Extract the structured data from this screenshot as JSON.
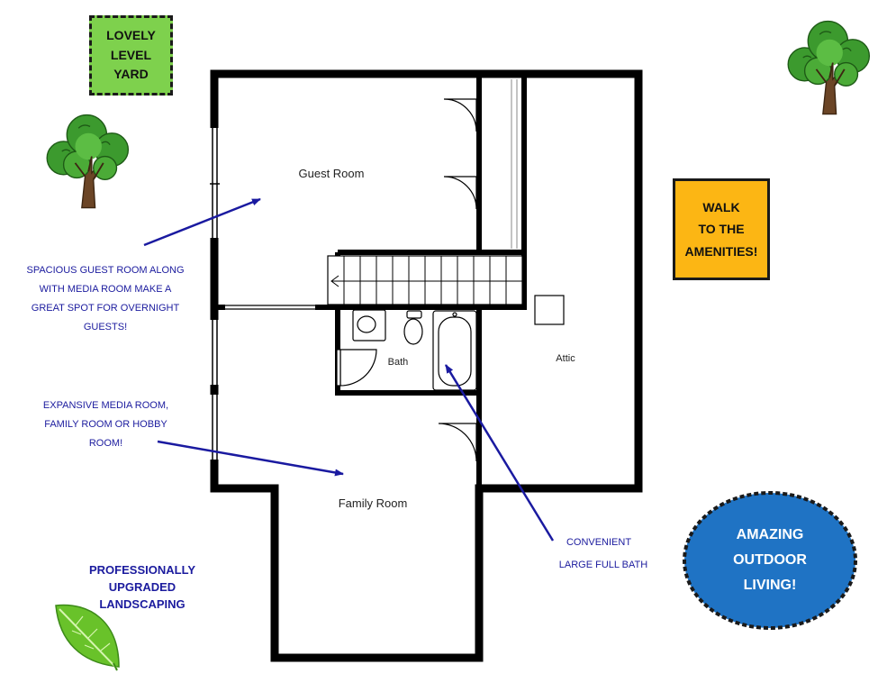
{
  "yard_box": {
    "lines": [
      "LOVELY",
      "LEVEL",
      "YARD"
    ],
    "color": "#7ed14d"
  },
  "amenities_box": {
    "lines": [
      "WALK",
      "TO THE",
      "AMENITIES!"
    ],
    "color": "#fcb614"
  },
  "outdoor_oval": {
    "lines": [
      "AMAZING",
      "OUTDOOR",
      "LIVING!"
    ],
    "color": "#1f73c4"
  },
  "rooms": {
    "guest": "Guest Room",
    "family": "Family Room",
    "bath": "Bath",
    "attic": "Attic"
  },
  "annotations": {
    "guest": [
      "SPACIOUS GUEST ROOM ALONG",
      "WITH MEDIA ROOM MAKE A",
      "GREAT SPOT FOR OVERNIGHT",
      "GUESTS!"
    ],
    "media": [
      "EXPANSIVE MEDIA ROOM,",
      "FAMILY ROOM OR HOBBY",
      "ROOM!"
    ],
    "bath_line1": "CONVENIENT",
    "bath_line2": "LARGE FULL BATH",
    "landscaping": [
      "PROFESSIONALLY",
      "UPGRADED",
      "LANDSCAPING"
    ]
  },
  "colors": {
    "annotation_text": "#1b1b9e",
    "arrow": "#1a1aa0",
    "tree_green": "#3c9a2e",
    "leaf_green": "#69c22a"
  },
  "icons": [
    "tree-icon",
    "leaf-icon"
  ]
}
